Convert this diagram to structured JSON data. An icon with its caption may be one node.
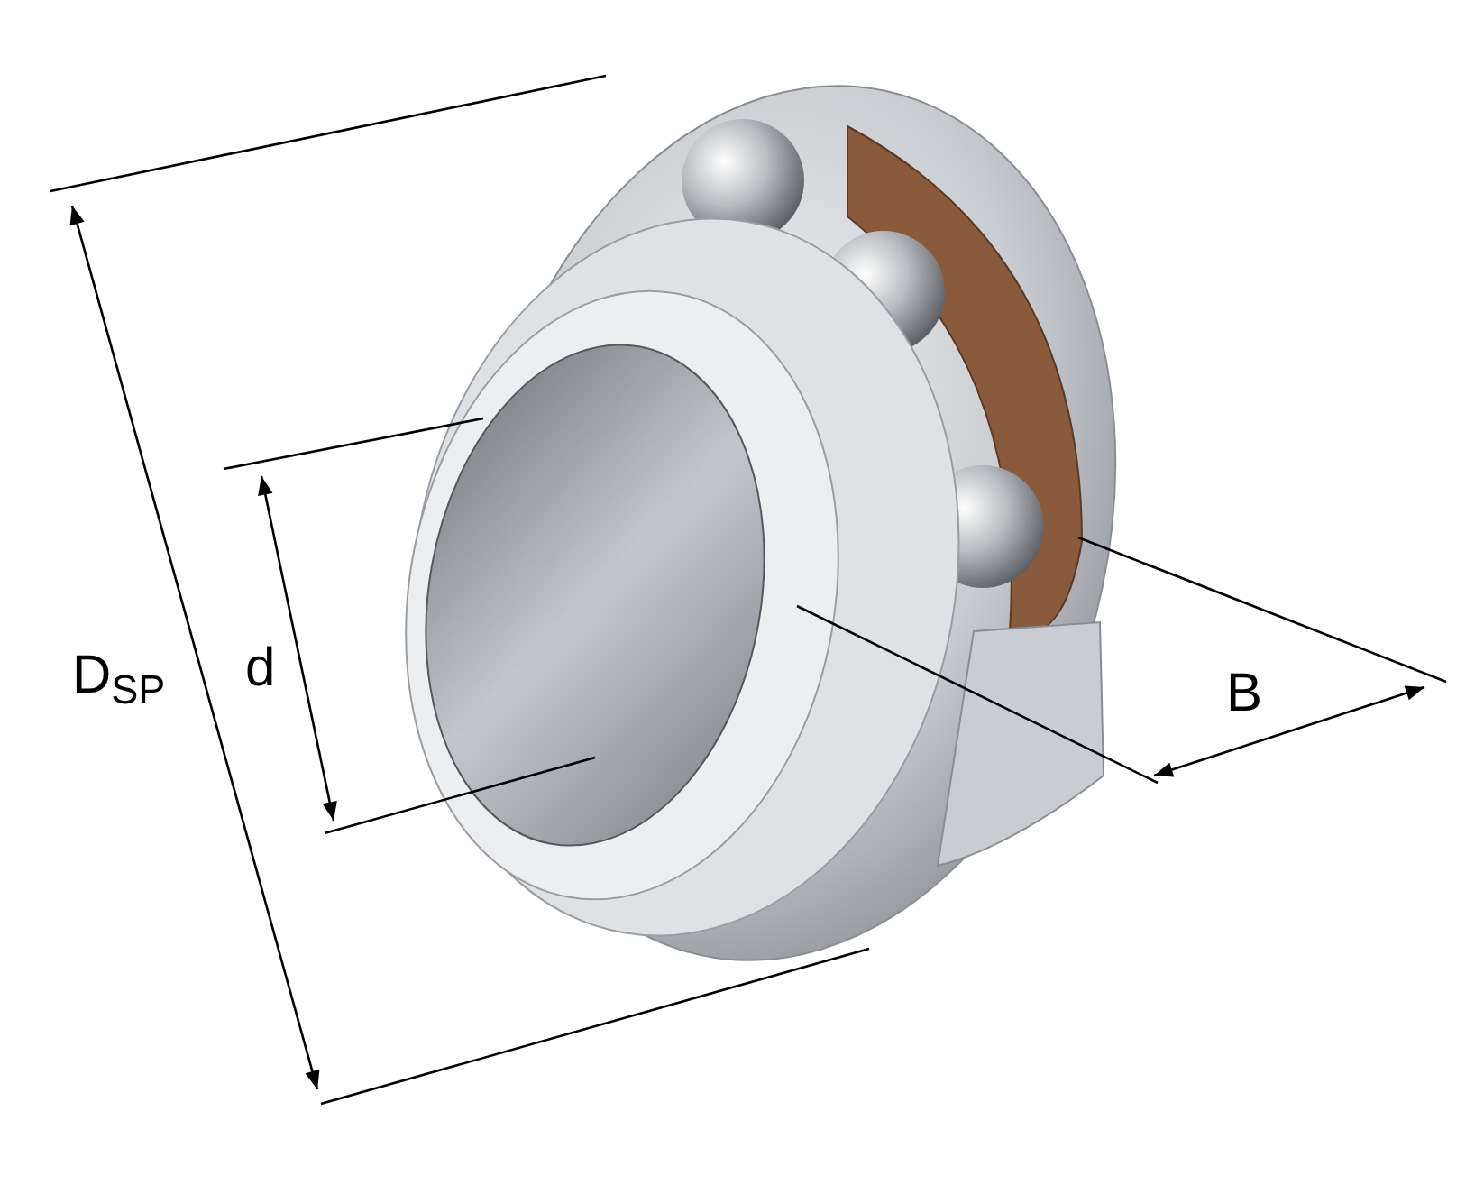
{
  "diagram": {
    "labels": [
      "D$_{SP}$",
      "d",
      "B"
    ]
  }
}
